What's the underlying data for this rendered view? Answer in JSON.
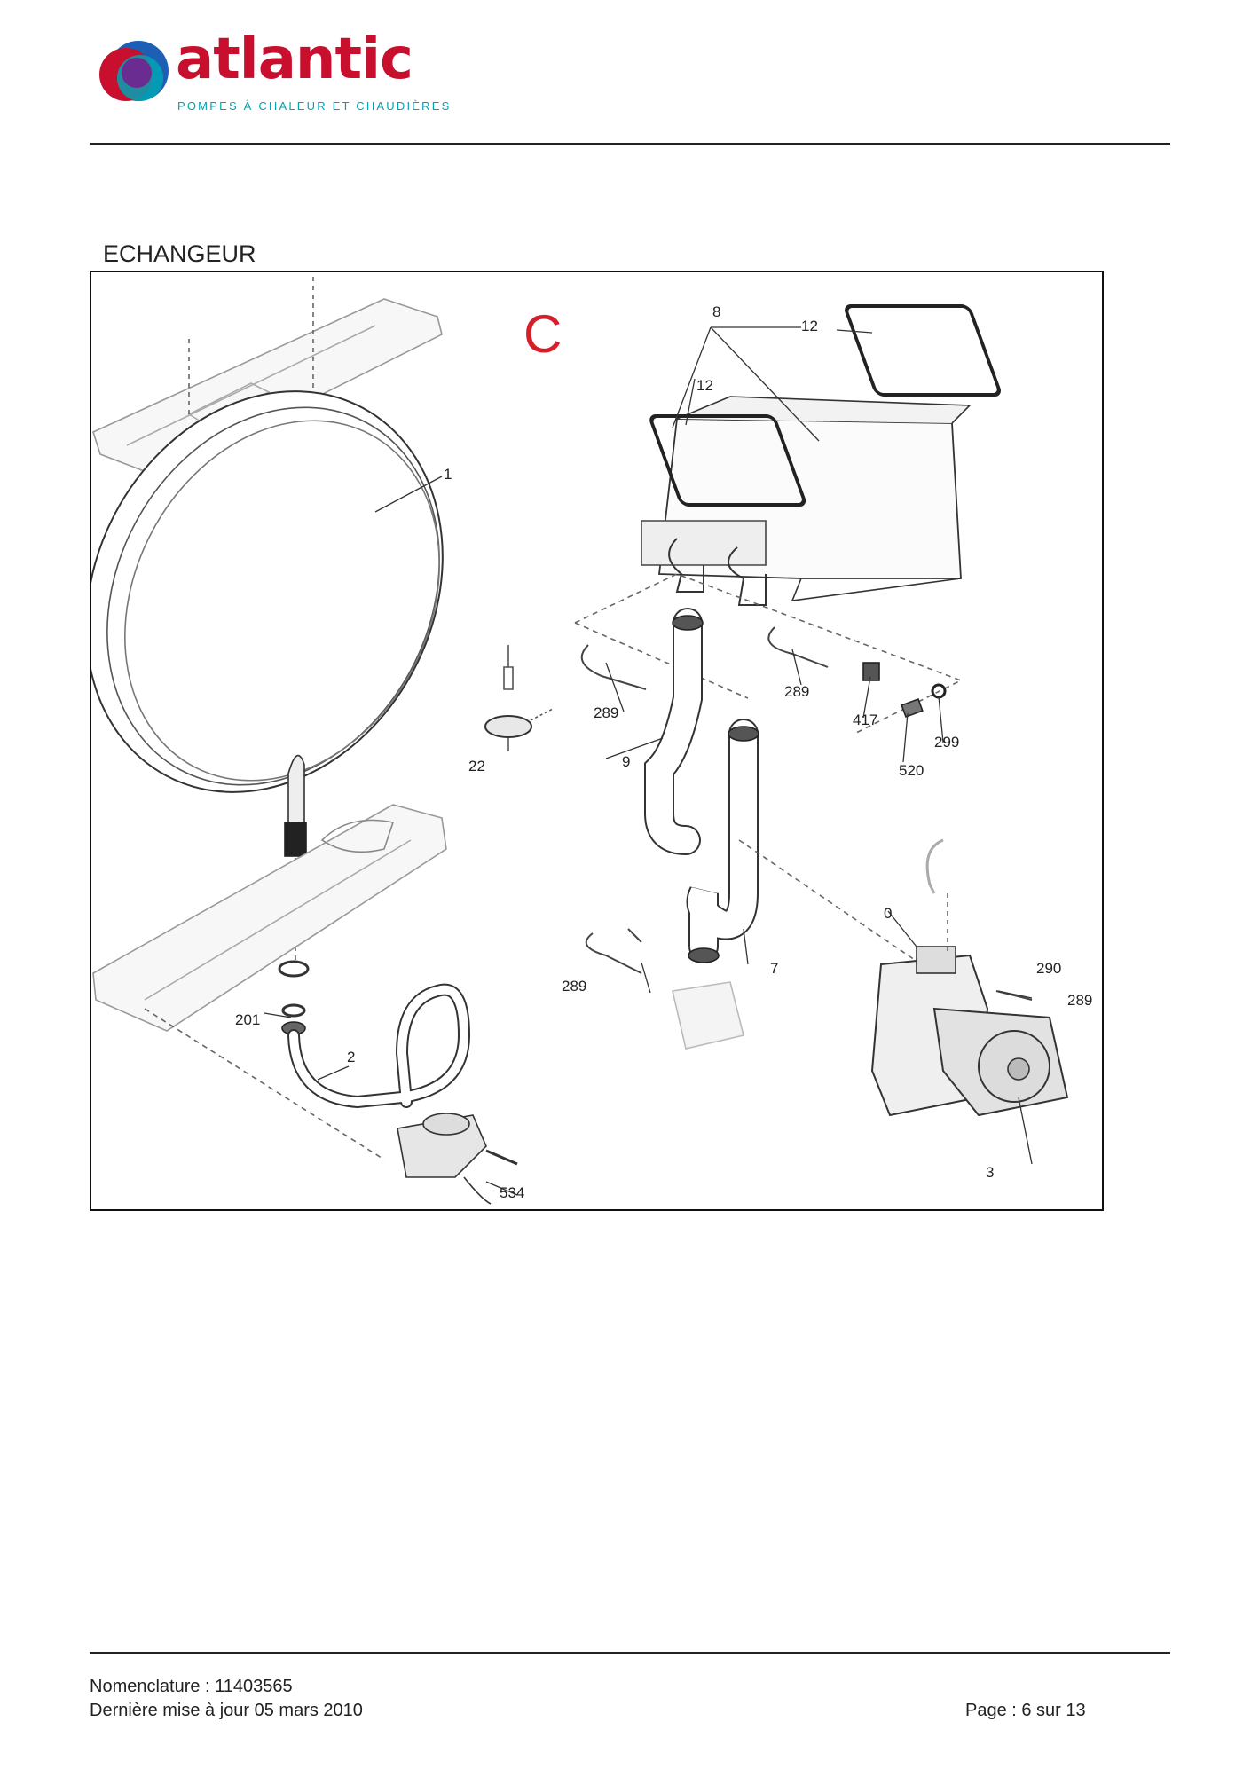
{
  "header": {
    "brand_name": "atlantic",
    "tagline": "POMPES À CHALEUR ET CHAUDIÈRES",
    "colors": {
      "brand_red": "#c8102e",
      "brand_purple": "#6b2c91",
      "brand_teal": "#00a3b4",
      "brand_blue": "#1d5fb5"
    }
  },
  "section": {
    "title": "ECHANGEUR"
  },
  "figure": {
    "sheet_letter": "C",
    "callouts": [
      {
        "id": "c1",
        "text": "1"
      },
      {
        "id": "c2",
        "text": "2"
      },
      {
        "id": "c3",
        "text": "3"
      },
      {
        "id": "c7",
        "text": "7"
      },
      {
        "id": "c8",
        "text": "8"
      },
      {
        "id": "c9",
        "text": "9"
      },
      {
        "id": "c12a",
        "text": "12"
      },
      {
        "id": "c12b",
        "text": "12"
      },
      {
        "id": "c22",
        "text": "22"
      },
      {
        "id": "c201",
        "text": "201"
      },
      {
        "id": "c289a",
        "text": "289"
      },
      {
        "id": "c289b",
        "text": "289"
      },
      {
        "id": "c289c",
        "text": "289"
      },
      {
        "id": "c289d",
        "text": "289"
      },
      {
        "id": "c290",
        "text": "290"
      },
      {
        "id": "c299",
        "text": "299"
      },
      {
        "id": "c417",
        "text": "417"
      },
      {
        "id": "c520",
        "text": "520"
      },
      {
        "id": "c534",
        "text": "534"
      },
      {
        "id": "c0",
        "text": "0"
      }
    ]
  },
  "footer": {
    "nomenclature": "Nomenclature : 11403565",
    "updated": "Dernière mise à jour 05 mars 2010",
    "page": "Page : 6 sur 13"
  }
}
